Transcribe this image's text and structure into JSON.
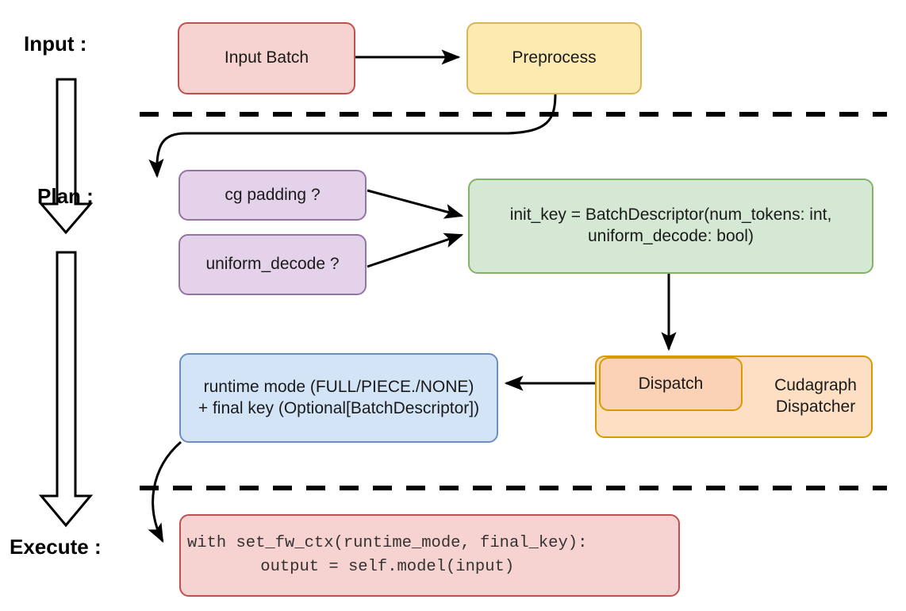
{
  "diagram": {
    "title": "Cudagraph dispatch pipeline",
    "background": "#ffffff",
    "stages": [
      {
        "id": "input",
        "label": "Input :"
      },
      {
        "id": "plan",
        "label": "Plan :"
      },
      {
        "id": "execute",
        "label": "Execute :"
      }
    ],
    "nodes": [
      {
        "id": "input-batch",
        "label": "Input Batch",
        "fill": "#f6d2d0",
        "stroke": "#c0504d"
      },
      {
        "id": "preprocess",
        "label": "Preprocess",
        "fill": "#fdeab0",
        "stroke": "#d6b656"
      },
      {
        "id": "cg-padding",
        "label": "cg padding ?",
        "fill": "#e4d2ea",
        "stroke": "#9673a6"
      },
      {
        "id": "uniform-decode",
        "label": "uniform_decode ?",
        "fill": "#e4d2ea",
        "stroke": "#9673a6"
      },
      {
        "id": "init-key",
        "label": "init_key = BatchDescriptor(num_tokens: int,\nuniform_decode: bool)",
        "fill": "#d5e8d4",
        "stroke": "#82b366"
      },
      {
        "id": "cudagraph-dispatcher",
        "label": "Cudagraph\nDispatcher",
        "fill": "#fde0c4",
        "stroke": "#d79b00"
      },
      {
        "id": "dispatch",
        "label": "Dispatch",
        "fill": "#fbd2b6",
        "stroke": "#d79b00"
      },
      {
        "id": "runtime-mode",
        "label": "runtime mode (FULL/PIECE./NONE)\n+ final key (Optional[BatchDescriptor])",
        "fill": "#d4e4f7",
        "stroke": "#6c8ebf"
      },
      {
        "id": "execute-code",
        "label": "with set_fw_ctx(runtime_mode, final_key):\n    output = self.model(input)",
        "fill": "#f6d2d0",
        "stroke": "#c0504d"
      }
    ],
    "separators": [
      {
        "id": "input-plan-divider",
        "style": "dashed",
        "color": "#000000"
      },
      {
        "id": "plan-execute-divider",
        "style": "dashed",
        "color": "#000000"
      }
    ],
    "edges": [
      {
        "id": "input-batch-to-preprocess",
        "from": "input-batch",
        "to": "preprocess"
      },
      {
        "id": "preprocess-to-cg-padding",
        "from": "preprocess",
        "to": "cg-padding"
      },
      {
        "id": "cg-padding-to-init-key",
        "from": "cg-padding",
        "to": "init-key"
      },
      {
        "id": "uniform-decode-to-init-key",
        "from": "uniform-decode",
        "to": "init-key"
      },
      {
        "id": "init-key-to-dispatch",
        "from": "init-key",
        "to": "dispatch"
      },
      {
        "id": "dispatch-to-runtime-mode",
        "from": "dispatch",
        "to": "runtime-mode"
      },
      {
        "id": "runtime-mode-to-execute-code",
        "from": "runtime-mode",
        "to": "execute-code"
      }
    ],
    "flow_arrows": [
      {
        "id": "input-to-plan-arrow",
        "direction": "down"
      },
      {
        "id": "plan-to-execute-arrow",
        "direction": "down"
      }
    ]
  }
}
